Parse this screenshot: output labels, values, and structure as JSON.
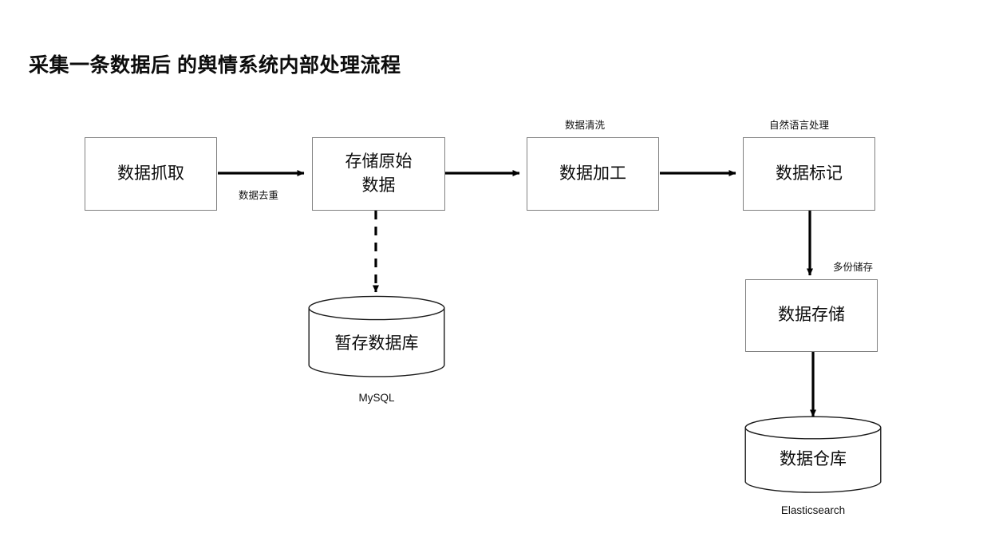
{
  "page": {
    "title": "采集一条数据后 的舆情系统内部处理流程",
    "background_color": "#ffffff",
    "text_color": "#111111",
    "box_border_color": "#808080",
    "arrow_color": "#000000"
  },
  "diagram": {
    "type": "flowchart",
    "nodes": [
      {
        "id": "crawl",
        "shape": "rect",
        "label": "数据抓取",
        "label_line2": ""
      },
      {
        "id": "store_raw",
        "shape": "rect",
        "label": "存储原始",
        "label_line2": "数据"
      },
      {
        "id": "process",
        "shape": "rect",
        "label": "数据加工",
        "label_line2": ""
      },
      {
        "id": "tag",
        "shape": "rect",
        "label": "数据标记",
        "label_line2": ""
      },
      {
        "id": "storage",
        "shape": "rect",
        "label": "数据存储",
        "label_line2": ""
      },
      {
        "id": "tmp_db",
        "shape": "cylinder",
        "label": "暂存数据库",
        "caption": "MySQL"
      },
      {
        "id": "warehouse",
        "shape": "cylinder",
        "label": "数据仓库",
        "caption": "Elasticsearch"
      }
    ],
    "node_top_labels": [
      {
        "for": "process",
        "text": "数据清洗"
      },
      {
        "for": "tag",
        "text": "自然语言处理"
      }
    ],
    "edges": [
      {
        "from": "crawl",
        "to": "store_raw",
        "label": "数据去重",
        "style": "solid",
        "direction": "right"
      },
      {
        "from": "store_raw",
        "to": "process",
        "label": "",
        "style": "solid",
        "direction": "right"
      },
      {
        "from": "process",
        "to": "tag",
        "label": "",
        "style": "solid",
        "direction": "right"
      },
      {
        "from": "store_raw",
        "to": "tmp_db",
        "label": "",
        "style": "dashed",
        "direction": "down"
      },
      {
        "from": "tag",
        "to": "storage",
        "label": "多份储存",
        "style": "solid",
        "direction": "down"
      },
      {
        "from": "storage",
        "to": "warehouse",
        "label": "",
        "style": "solid",
        "direction": "down"
      }
    ]
  },
  "labels": {
    "edge_dedup": "数据去重",
    "edge_multicopy": "多份储存",
    "top_clean": "数据清洗",
    "top_nlp": "自然语言处理",
    "caption_mysql": "MySQL",
    "caption_elasticsearch": "Elasticsearch"
  },
  "boxes": {
    "crawl": "数据抓取",
    "store_raw_line1": "存储原始",
    "store_raw_line2": "数据",
    "process": "数据加工",
    "tag": "数据标记",
    "storage": "数据存储",
    "tmp_db": "暂存数据库",
    "warehouse": "数据仓库"
  }
}
